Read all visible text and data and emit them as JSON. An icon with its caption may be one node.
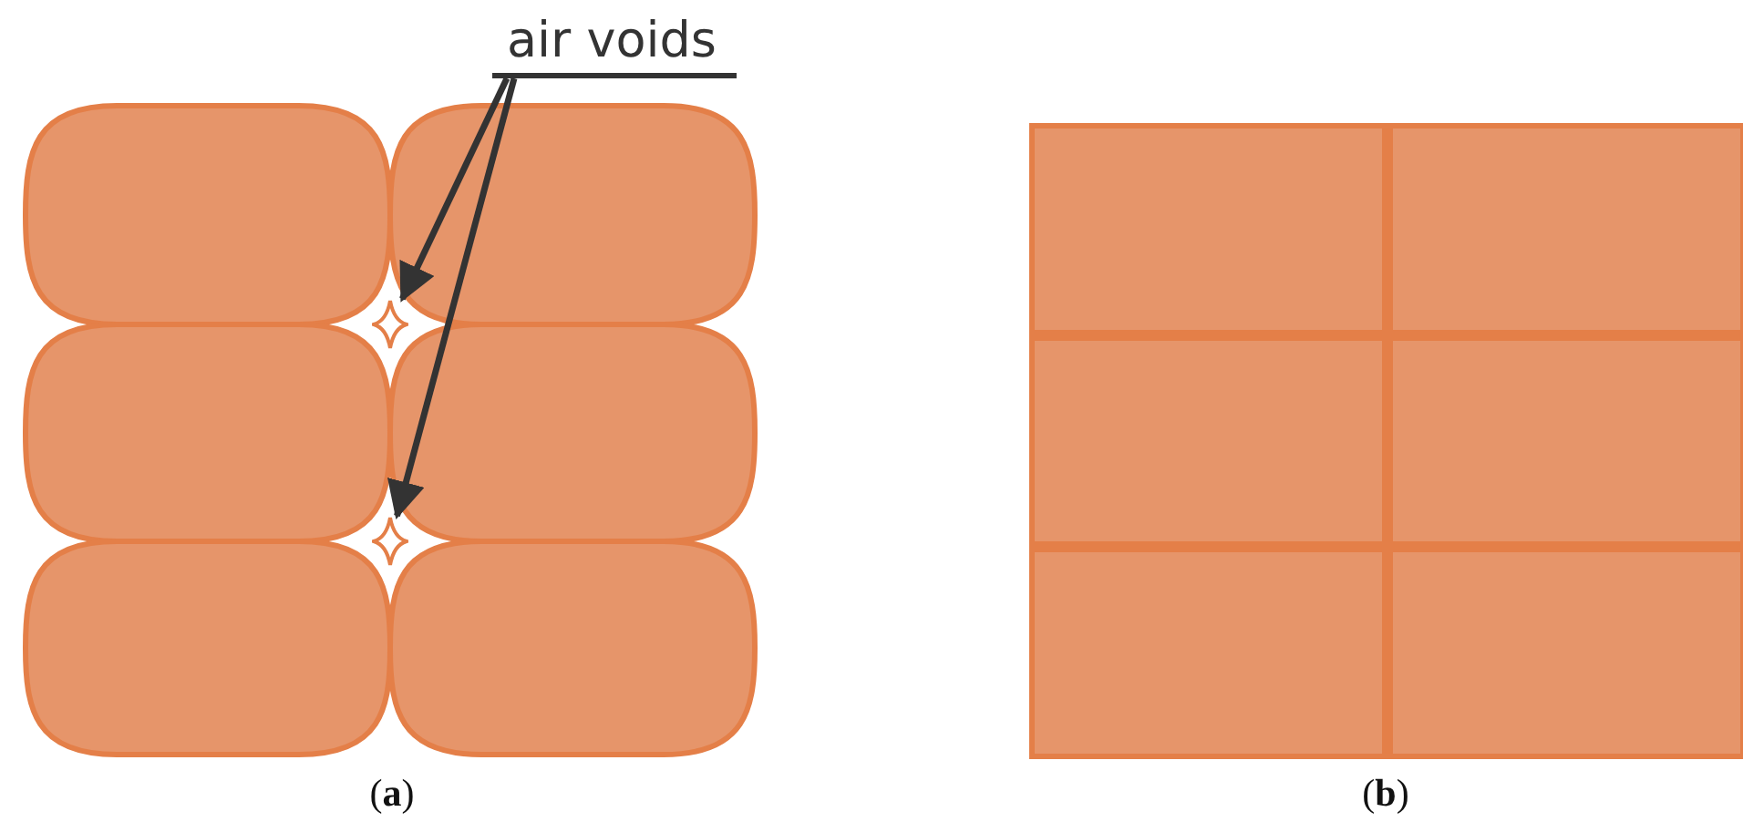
{
  "diagram": {
    "nodes": [
      {
        "text": [
          "air voids"
        ]
      },
      {
        "text": [],
        "shape": "diamond"
      },
      {
        "text": [],
        "shape": "diamond"
      }
    ],
    "edges": [
      {
        "from": 0,
        "to": 1,
        "arrow": "to"
      },
      {
        "from": 0,
        "to": 2,
        "arrow": "to"
      }
    ],
    "labels": [
      "(**a**)",
      "(**b**)"
    ]
  }
}
